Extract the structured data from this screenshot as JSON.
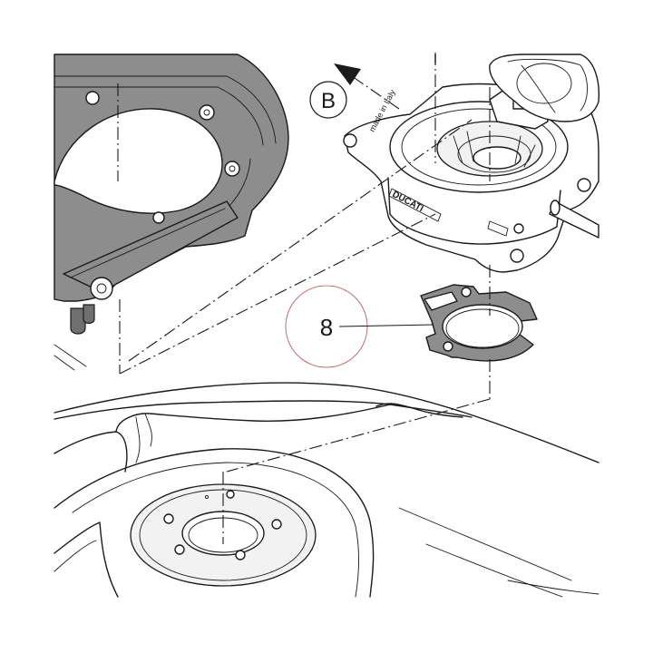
{
  "callouts": {
    "view_b": {
      "label": "B"
    },
    "part_8": {
      "label": "8"
    }
  },
  "embossing": {
    "made_in_italy": "made in Italy",
    "ducati": "DUCATI"
  },
  "colors": {
    "line": "#1a1a1a",
    "fill_dark": "#8d8d8d",
    "callout_ring_8": "#b0505a"
  }
}
